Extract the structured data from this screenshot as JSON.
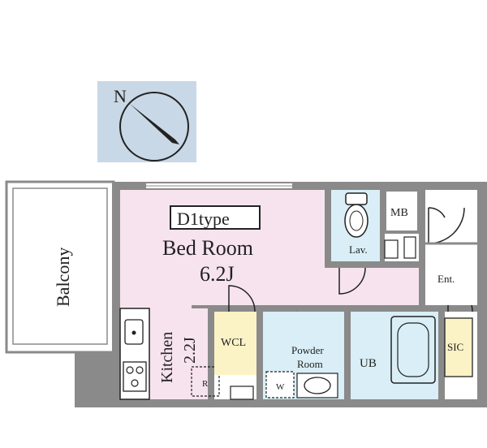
{
  "compass": {
    "letter": "N"
  },
  "unit": {
    "type_label": "D1type"
  },
  "rooms": {
    "balcony": "Balcony",
    "bedroom": "Bed Room",
    "bedroom_size": "6.2J",
    "kitchen": "Kitchen",
    "kitchen_size": "2.2J",
    "wcl": "WCL",
    "powder_room_line1": "Powder",
    "powder_room_line2": "Room",
    "ub": "UB",
    "lav": "Lav.",
    "mb": "MB",
    "ent": "Ent.",
    "sic": "SIC"
  },
  "fixtures": {
    "refrigerator": "R",
    "washer": "W"
  },
  "colors": {
    "wall": "#8a8a8a",
    "bedroom_fill": "#f7e3ee",
    "wet_area_fill": "#d9eef6",
    "wcl_fill": "#fbf2c6",
    "compass_bg": "#c9d8e6"
  }
}
